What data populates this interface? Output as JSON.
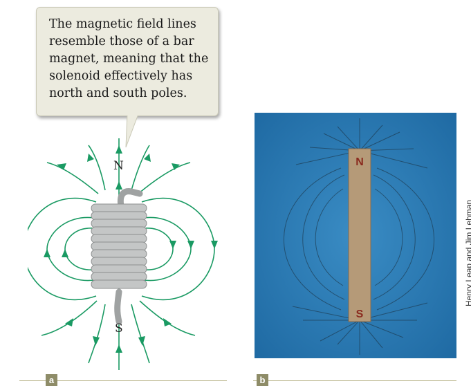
{
  "callout": {
    "text": "The magnetic field lines resemble those of a bar magnet, meaning that the solenoid effectively has north and south poles."
  },
  "diagram": {
    "north_label": "N",
    "south_label": "S",
    "field_line_color": "#1a9a63",
    "coil_color": "#b9bbbb"
  },
  "photo": {
    "background_color": "#2e7fb8",
    "magnet_color": "#b59a78",
    "magnet_top_marking": "N",
    "magnet_bottom_marking": "S"
  },
  "credit": "Henry Leap and Jim Lehman",
  "parts": {
    "a": "a",
    "b": "b"
  }
}
